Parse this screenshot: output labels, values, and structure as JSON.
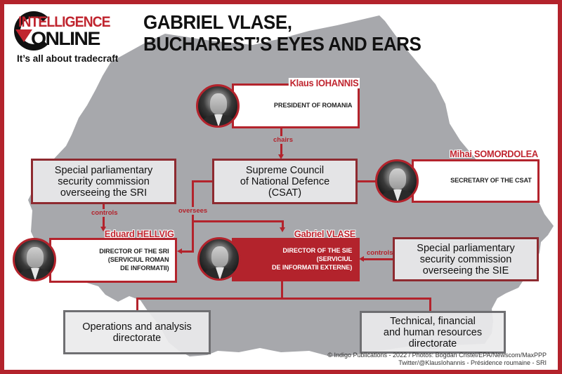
{
  "brand": {
    "logo_line1": "INTELLIGENCE",
    "logo_line2": "ONLINE",
    "tagline": "It’s all about tradecraft",
    "accent_color": "#b3232c",
    "map_color": "#a7a8ac"
  },
  "title": {
    "line1": "GABRIEL VLASE,",
    "line2": "BUCHAREST’S EYES AND EARS"
  },
  "people": {
    "iohannis": {
      "name": "Klaus IOHANNIS",
      "role": "PRESIDENT OF ROMANIA",
      "photo_icon": "portrait-photo"
    },
    "somordolea": {
      "name": "Mihai SOMORDOLEA",
      "role": "SECRETARY OF THE CSAT",
      "photo_icon": "portrait-photo"
    },
    "hellvig": {
      "name": "Eduard HELLVIG",
      "role_lines": [
        "DIRECTOR OF THE SRI",
        "(SERVICIUL ROMAN",
        "DE INFORMATII)"
      ],
      "photo_icon": "portrait-photo"
    },
    "vlase": {
      "name": "Gabriel VLASE",
      "role_lines": [
        "DIRECTOR OF THE SIE",
        "(SERVICIUL",
        "DE INFORMATII EXTERNE)"
      ],
      "photo_icon": "portrait-photo",
      "highlighted": true
    }
  },
  "organizations": {
    "csat": {
      "lines": [
        "Supreme Council",
        "of National Defence",
        "(CSAT)"
      ]
    },
    "sri_commission": {
      "lines": [
        "Special parliamentary",
        "security commission",
        "overseeing the SRI"
      ]
    },
    "sie_commission": {
      "lines": [
        "Special parliamentary",
        "security commission",
        "overseeing the SIE"
      ]
    },
    "operations": {
      "lines": [
        "Operations and analysis",
        "directorate"
      ]
    },
    "technical": {
      "lines": [
        "Technical, financial",
        "and human resources",
        "directorate"
      ]
    }
  },
  "relations": {
    "chairs": "chairs",
    "oversees": "oversees",
    "controls_sri": "controls",
    "controls_sie": "controls"
  },
  "credits": {
    "line1": "© Indigo Publications - 2022 / Photos: Bogdan Cristel/EPA/Newscom/MaxPPP",
    "line2": "Twitter/@KlausIohannis - Présidence roumaine - SRI"
  }
}
